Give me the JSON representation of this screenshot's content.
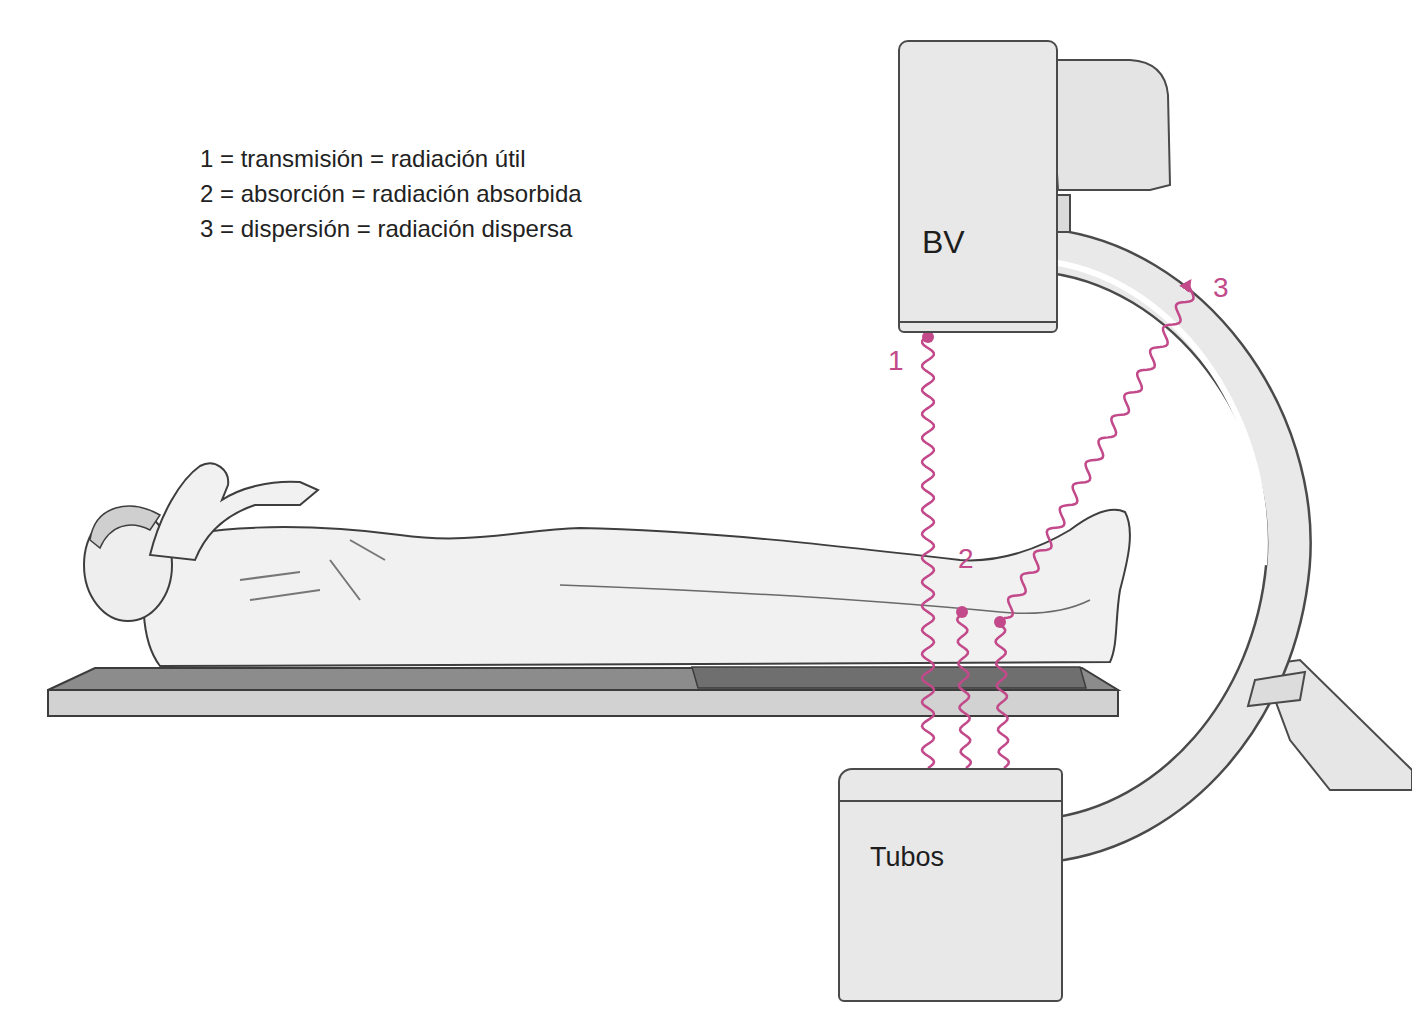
{
  "diagram": {
    "nodes": [
      {
        "text": [
          "BV"
        ]
      },
      {
        "text": [
          "Tubos"
        ]
      }
    ],
    "edges": [
      {
        "from": 1,
        "to": 0,
        "arrow": "none",
        "label": "1"
      }
    ],
    "labels": [
      "1 = transmisión = radiación útil",
      "2 = absorción = radiación absorbida",
      "3 = dispersión = radiación dispersa",
      "2",
      "3"
    ]
  }
}
